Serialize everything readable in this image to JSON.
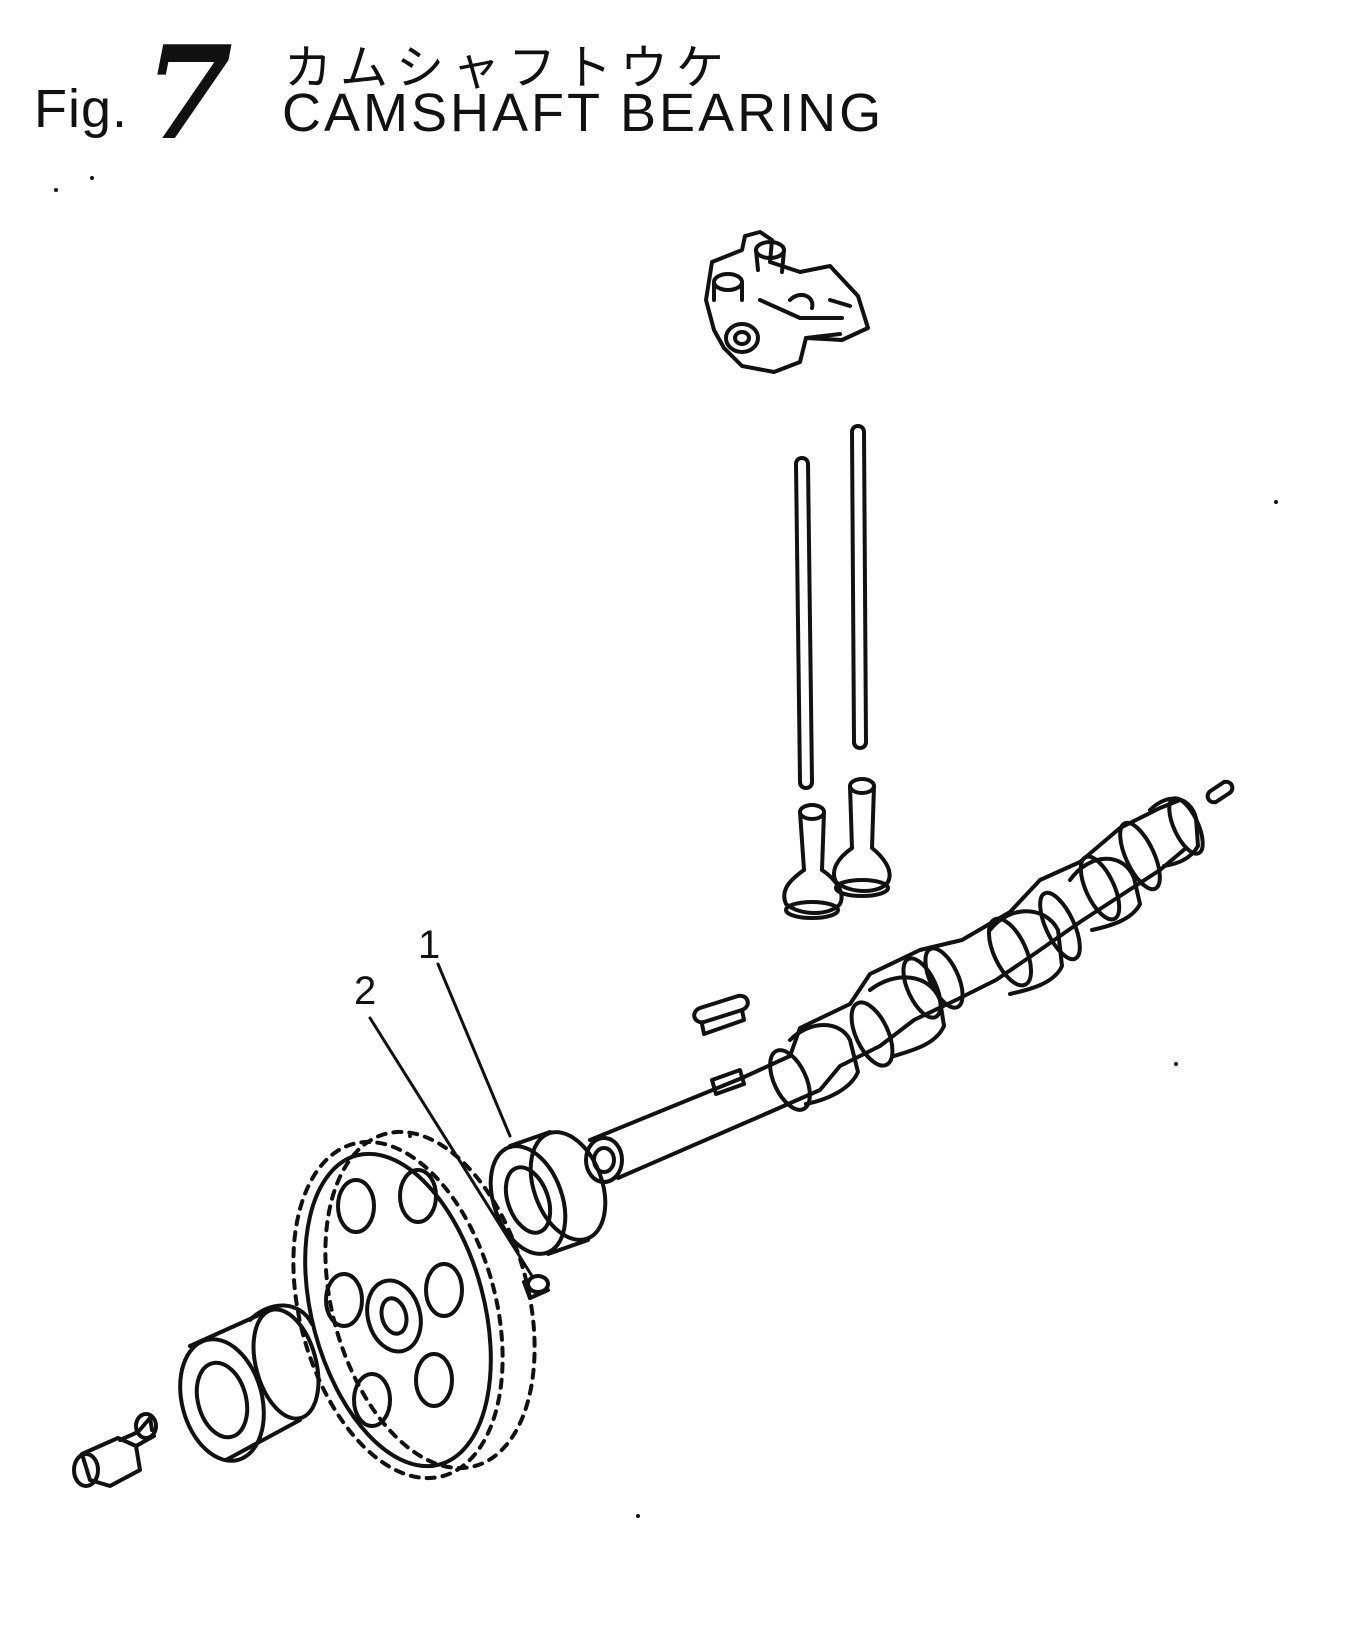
{
  "figure": {
    "label": "Fig.",
    "number": "7",
    "title_ja": "カムシャフトウケ",
    "title_en": "CAMSHAFT BEARING"
  },
  "callouts": [
    {
      "number": "1"
    },
    {
      "number": "2"
    }
  ],
  "colors": {
    "line": "#111111",
    "background": "#ffffff"
  }
}
